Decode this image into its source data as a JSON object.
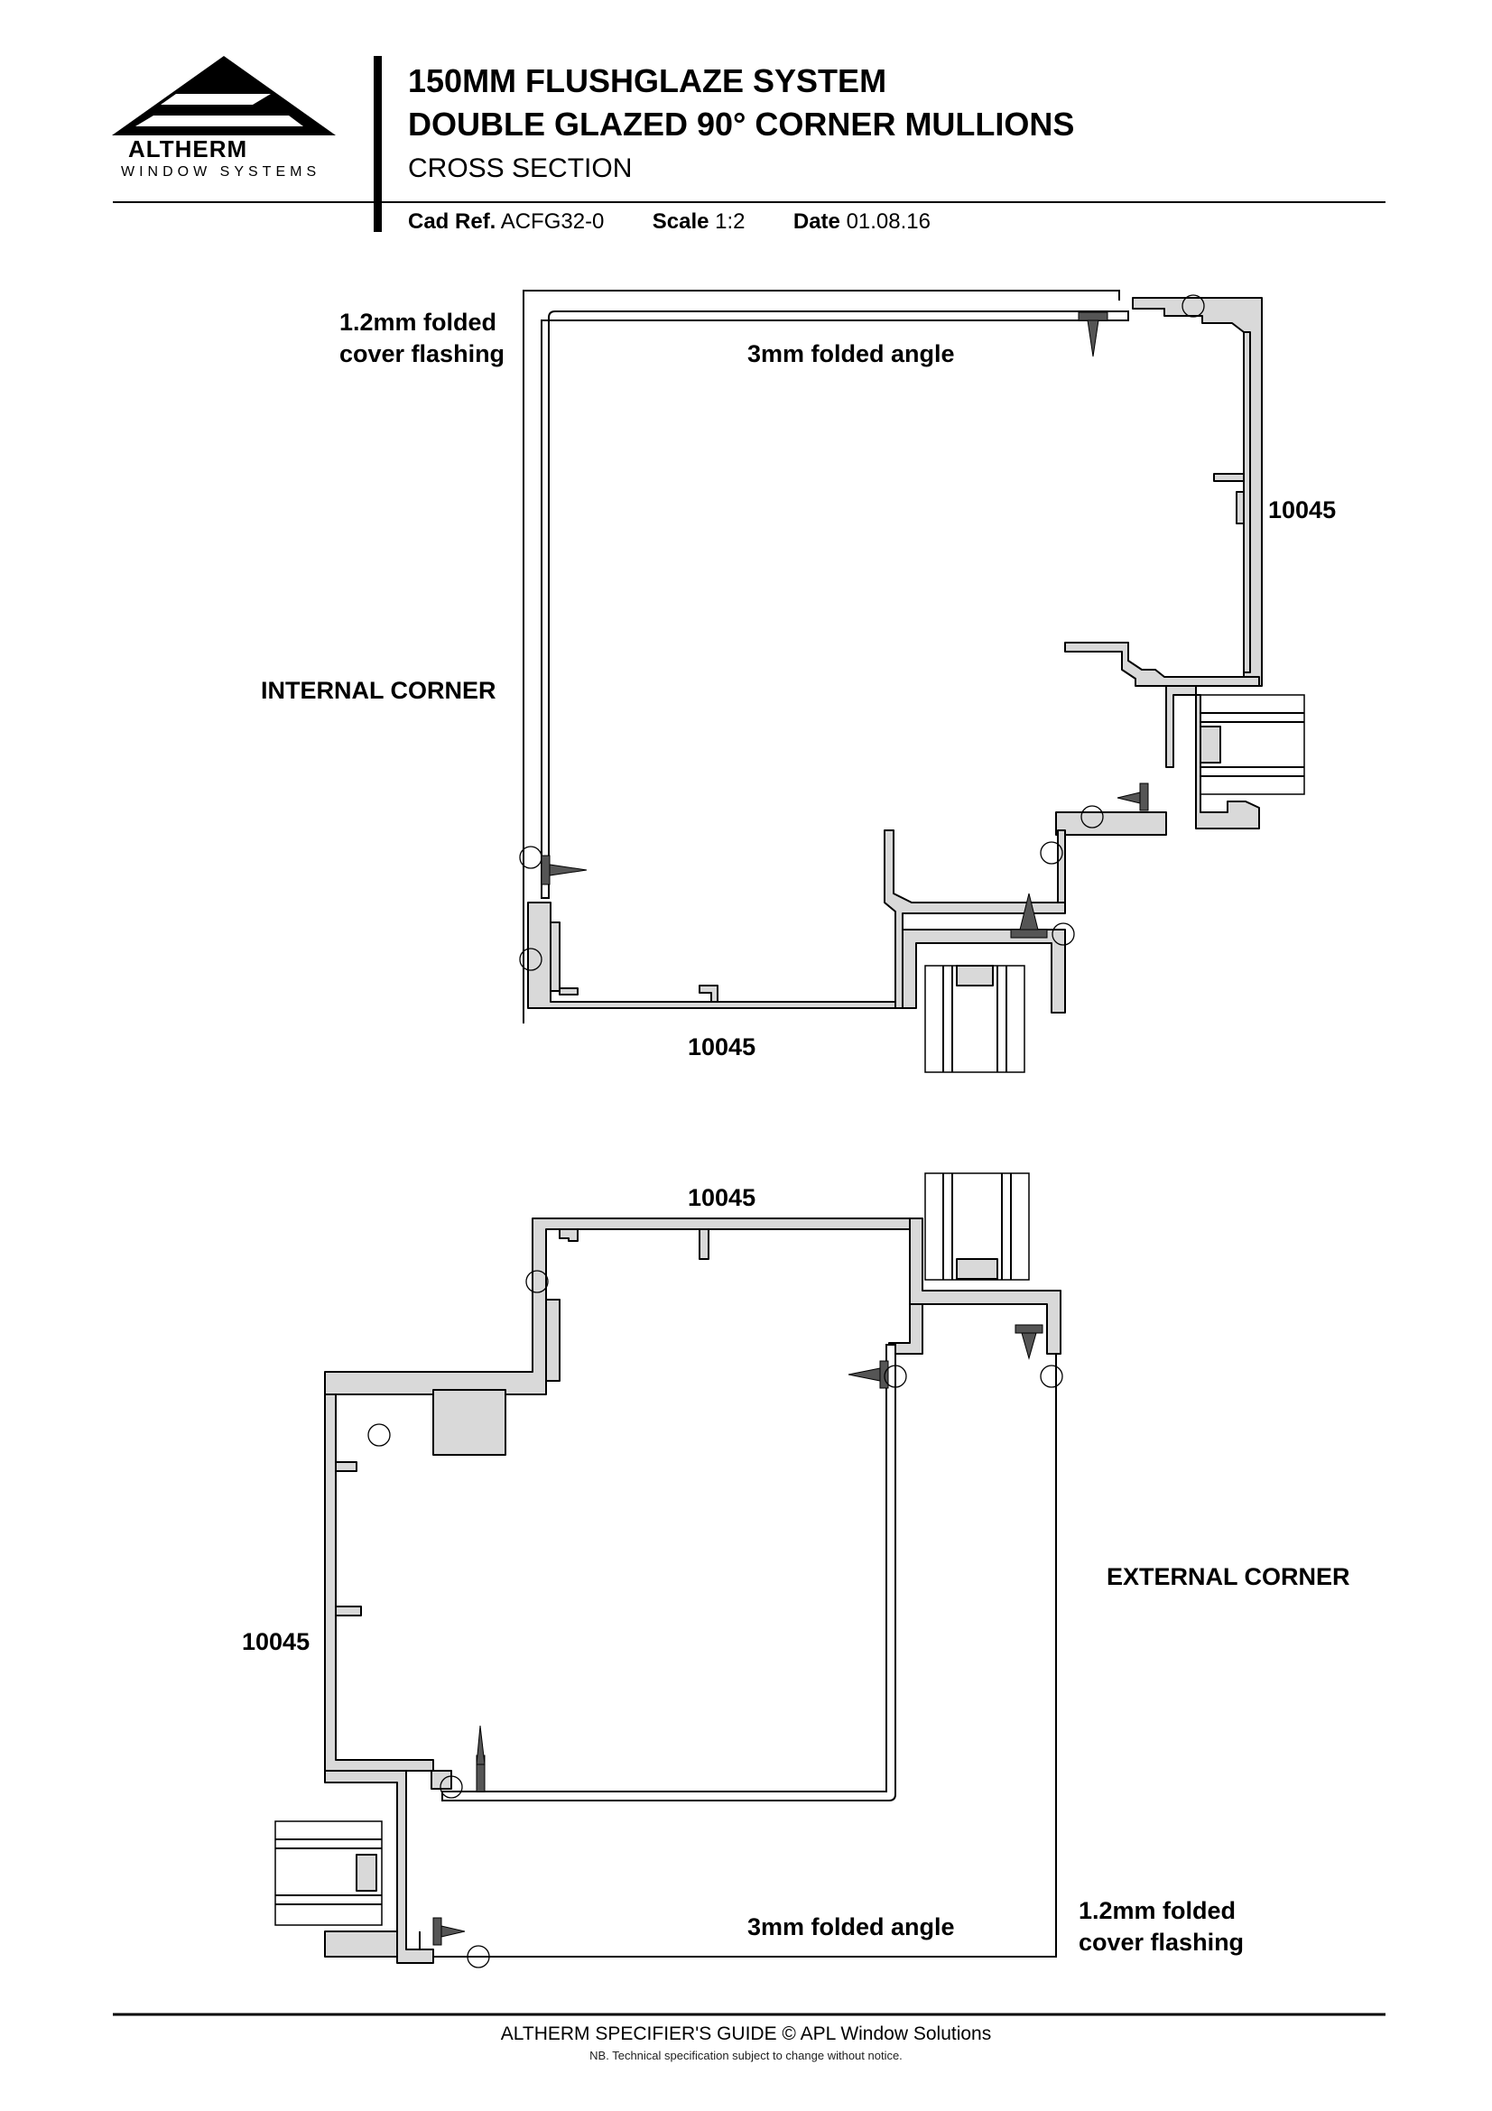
{
  "header": {
    "logo_word": "ALTHERM",
    "logo_sub": "WINDOW SYSTEMS",
    "title_line1": "150MM FLUSHGLAZE SYSTEM",
    "title_line2": "DOUBLE GLAZED 90° CORNER MULLIONS",
    "subtitle": "CROSS SECTION",
    "cad_ref_label": "Cad Ref.",
    "cad_ref_value": "ACFG32-0",
    "scale_label": "Scale",
    "scale_value": "1:2",
    "date_label": "Date",
    "date_value": "01.08.16"
  },
  "internal_corner": {
    "title": "INTERNAL CORNER",
    "flashing_label_1": "1.2mm folded",
    "flashing_label_2": "cover flashing",
    "angle_label": "3mm folded angle",
    "profile_right": "10045",
    "profile_bottom": "10045"
  },
  "external_corner": {
    "title": "EXTERNAL CORNER",
    "flashing_label_1": "1.2mm folded",
    "flashing_label_2": "cover flashing",
    "angle_label": "3mm folded angle",
    "profile_top": "10045",
    "profile_left": "10045"
  },
  "footer": {
    "line1": "ALTHERM SPECIFIER'S GUIDE  ©  APL Window Solutions",
    "line2": "NB. Technical specification subject to change without notice."
  },
  "colors": {
    "profile_fill": "#d9d9d9",
    "line": "#000000",
    "background": "#ffffff"
  }
}
